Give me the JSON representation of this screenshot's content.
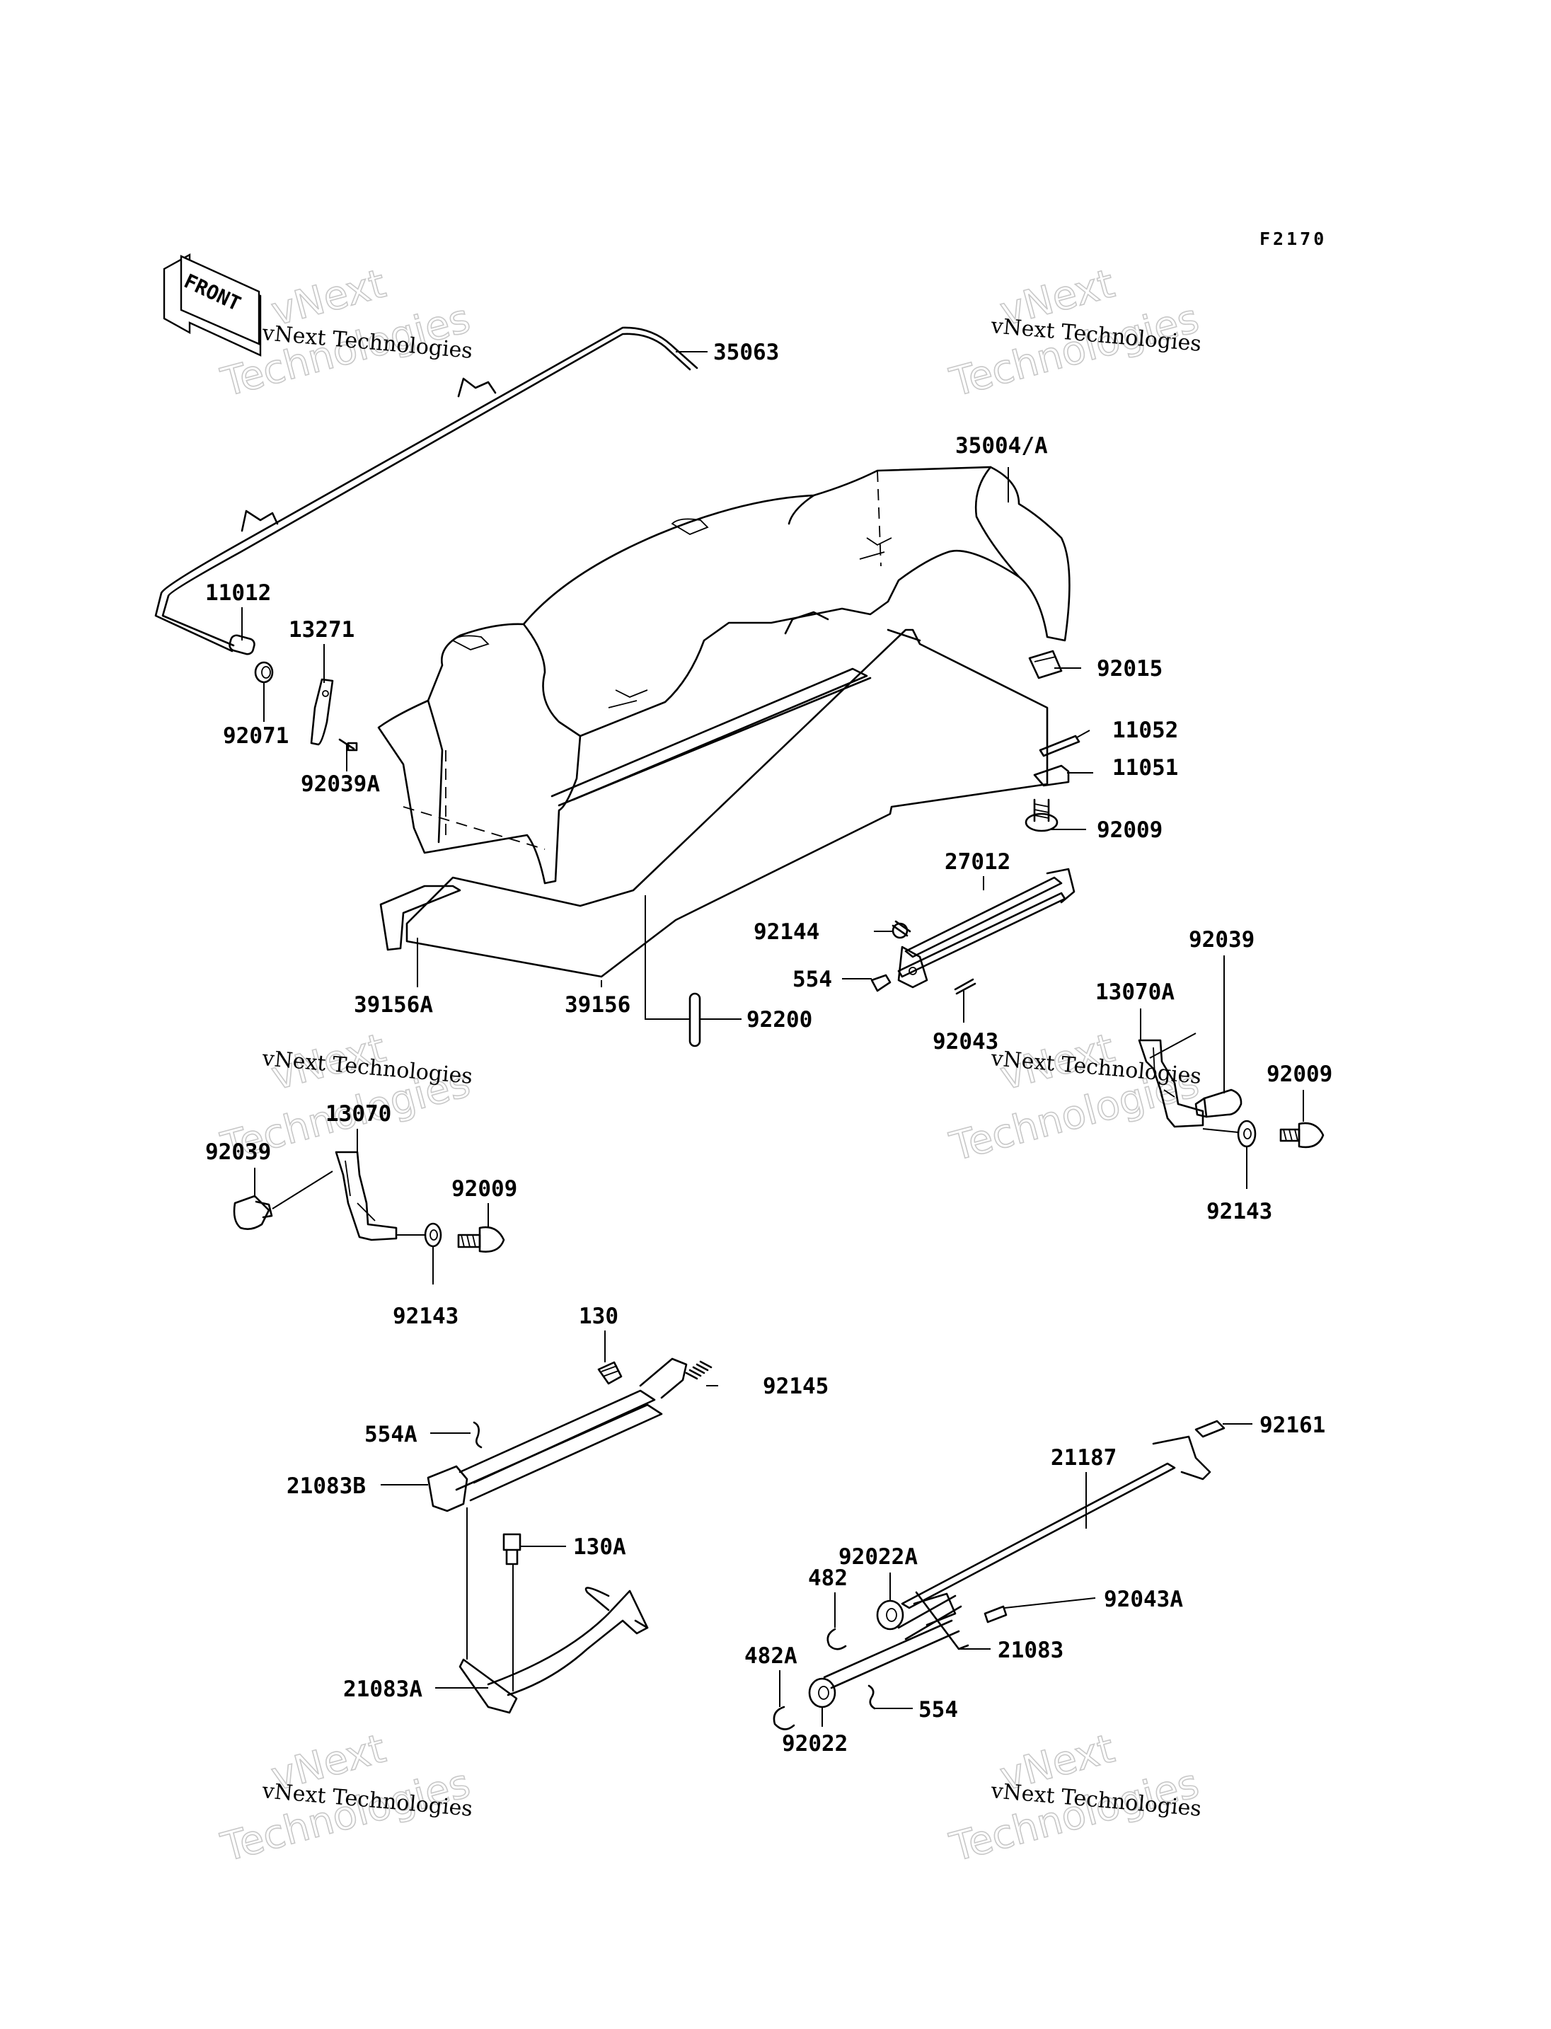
{
  "diagram": {
    "ref_code": "F2170",
    "front_label": "FRONT",
    "watermark": {
      "line1": "vNext",
      "line2": "Technologies",
      "caption": "vNext Technologies"
    },
    "callouts": [
      {
        "id": "c35063",
        "label": "35063"
      },
      {
        "id": "c35004a",
        "label": "35004/A"
      },
      {
        "id": "c11012",
        "label": "11012"
      },
      {
        "id": "c13271",
        "label": "13271"
      },
      {
        "id": "c92071",
        "label": "92071"
      },
      {
        "id": "c92039a",
        "label": "92039A"
      },
      {
        "id": "c92015",
        "label": "92015"
      },
      {
        "id": "c11052",
        "label": "11052"
      },
      {
        "id": "c11051",
        "label": "11051"
      },
      {
        "id": "c92009a",
        "label": "92009"
      },
      {
        "id": "c27012",
        "label": "27012"
      },
      {
        "id": "c92144",
        "label": "92144"
      },
      {
        "id": "c554a",
        "label": "554"
      },
      {
        "id": "c92043",
        "label": "92043"
      },
      {
        "id": "c39156a",
        "label": "39156A"
      },
      {
        "id": "c39156",
        "label": "39156"
      },
      {
        "id": "c92200",
        "label": "92200"
      },
      {
        "id": "c92039b",
        "label": "92039"
      },
      {
        "id": "c13070a",
        "label": "13070A"
      },
      {
        "id": "c92009b",
        "label": "92009"
      },
      {
        "id": "c92143a",
        "label": "92143"
      },
      {
        "id": "c13070",
        "label": "13070"
      },
      {
        "id": "c92039c",
        "label": "92039"
      },
      {
        "id": "c92009c",
        "label": "92009"
      },
      {
        "id": "c92143b",
        "label": "92143"
      },
      {
        "id": "c130",
        "label": "130"
      },
      {
        "id": "c92145",
        "label": "92145"
      },
      {
        "id": "c554A",
        "label": "554A"
      },
      {
        "id": "c21083B",
        "label": "21083B"
      },
      {
        "id": "c130A",
        "label": "130A"
      },
      {
        "id": "c21083A",
        "label": "21083A"
      },
      {
        "id": "c92161",
        "label": "92161"
      },
      {
        "id": "c21187",
        "label": "21187"
      },
      {
        "id": "c92022A",
        "label": "92022A"
      },
      {
        "id": "c482",
        "label": "482"
      },
      {
        "id": "c92043A",
        "label": "92043A"
      },
      {
        "id": "c482A",
        "label": "482A"
      },
      {
        "id": "c21083",
        "label": "21083"
      },
      {
        "id": "c554b",
        "label": "554"
      },
      {
        "id": "c92022",
        "label": "92022"
      }
    ]
  }
}
